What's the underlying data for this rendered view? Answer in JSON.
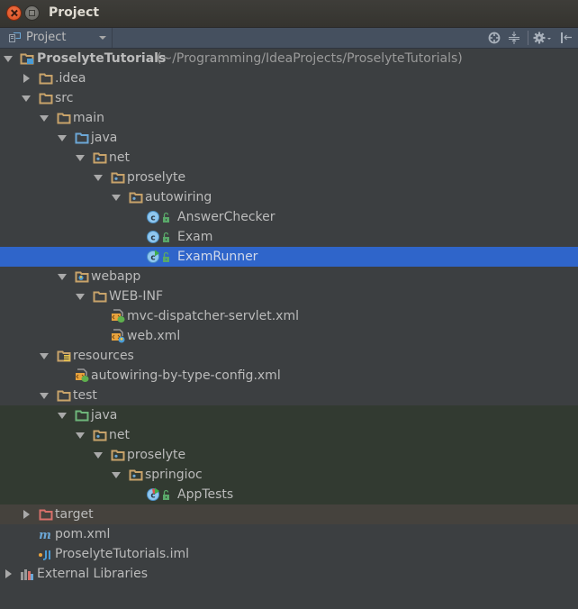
{
  "window": {
    "title": "Project",
    "close_label": "close",
    "maximize_label": "maximize"
  },
  "toolbar": {
    "view_selector": "Project",
    "icons": [
      "scroll-from-source-icon",
      "collapse-all-icon",
      "settings-gear-icon",
      "hide-panel-icon"
    ]
  },
  "colors": {
    "background": "#3c3f41",
    "toolbar": "#45505f",
    "selection": "#2f65ca",
    "test_background": "#323a31",
    "excluded_background": "#45423d",
    "folder": "#c8a36a",
    "source_folder": "#6ca7d6",
    "test_folder": "#6eb57a",
    "excluded_folder": "#d8706a",
    "text": "#bbbbbb"
  },
  "tree": {
    "root": {
      "name": "ProselyteTutorials",
      "path": "(~/Programming/IdeaProjects/ProselyteTutorials)"
    },
    "idea": ".idea",
    "src": "src",
    "main": "main",
    "java": "java",
    "net": "net",
    "proselyte": "proselyte",
    "autowiring": "autowiring",
    "answer_checker": "AnswerChecker",
    "exam": "Exam",
    "exam_runner": "ExamRunner",
    "webapp": "webapp",
    "web_inf": "WEB-INF",
    "mvc_dispatcher": "mvc-dispatcher-servlet.xml",
    "web_xml": "web.xml",
    "resources": "resources",
    "autowiring_config": "autowiring-by-type-config.xml",
    "test": "test",
    "test_java": "java",
    "test_net": "net",
    "test_proselyte": "proselyte",
    "springioc": "springioc",
    "app_tests": "AppTests",
    "target": "target",
    "pom": "pom.xml",
    "iml": "ProselyteTutorials.iml",
    "external_libraries": "External Libraries"
  }
}
